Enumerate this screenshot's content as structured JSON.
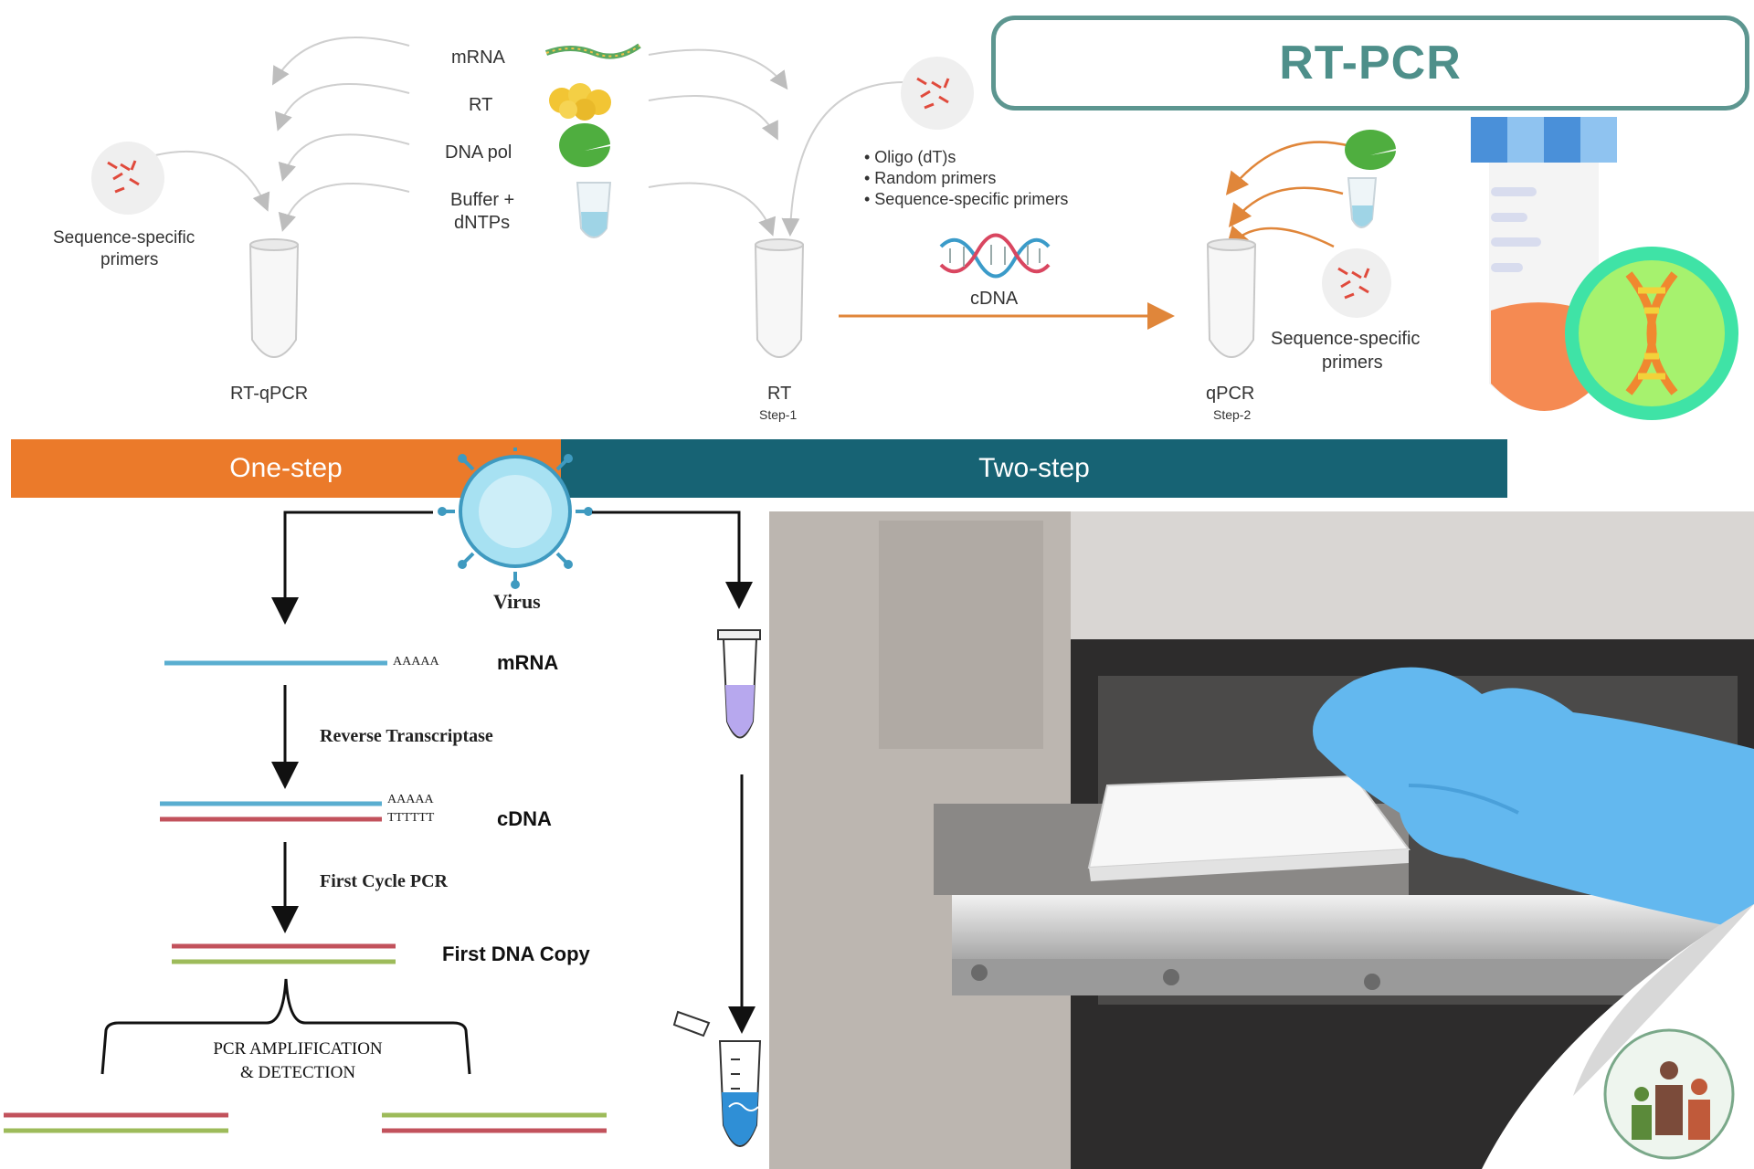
{
  "title": "RT-PCR",
  "workflow": {
    "reagents": [
      "mRNA",
      "RT",
      "DNA pol",
      "Buffer +",
      "dNTPs"
    ],
    "primers_left": [
      "Sequence-specific",
      "primers"
    ],
    "primers_right": [
      "Sequence-specific",
      "primers"
    ],
    "tube_one_label": "RT-qPCR",
    "tube_rt_label": "RT",
    "tube_rt_step": "Step-1",
    "tube_qpcr_label": "qPCR",
    "tube_qpcr_step": "Step-2",
    "primer_options": [
      "• Oligo (dT)s",
      "• Random primers",
      "• Sequence-specific primers"
    ],
    "cdna_label": "cDNA"
  },
  "bands": {
    "one_step": "One-step",
    "two_step": "Two-step"
  },
  "flow": {
    "virus": "Virus",
    "mrna_tail": "AAAAA",
    "mrna": "mRNA",
    "reverse_transcriptase": "Reverse Transcriptase",
    "cdna_tail_a": "AAAAA",
    "cdna_tail_t": "TTTTTT",
    "cdna": "cDNA",
    "first_cycle": "First Cycle PCR",
    "first_copy": "First DNA Copy",
    "amplification": [
      "PCR AMPLIFICATION",
      "& DETECTION"
    ]
  },
  "colors": {
    "orange": "#eb7a2a",
    "teal": "#176374",
    "title": "#4e8f8a",
    "strand_blue": "#5aaed0",
    "strand_red": "#c2525c",
    "strand_green": "#9dbb5a"
  }
}
